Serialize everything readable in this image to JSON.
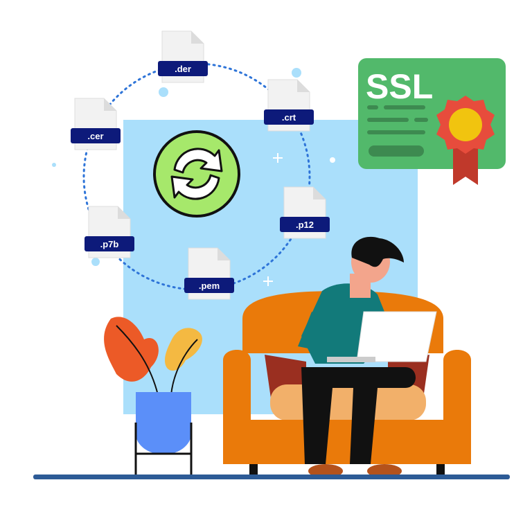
{
  "badge": {
    "title": "SSL"
  },
  "files": [
    {
      "label": ".der"
    },
    {
      "label": ".crt"
    },
    {
      "label": ".cer"
    },
    {
      "label": ".p12"
    },
    {
      "label": ".p7b"
    },
    {
      "label": ".pem"
    }
  ],
  "colors": {
    "panel": "#aadffb",
    "badge": "#52b96b",
    "sofa": "#ea7a0a",
    "navy": "#0d1a7a",
    "floor": "#2d5b96"
  }
}
